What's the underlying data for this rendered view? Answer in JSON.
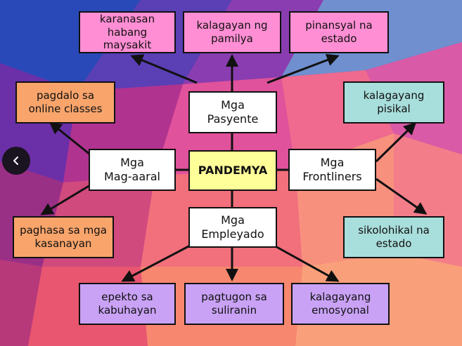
{
  "center": {
    "label": "PANDEMYA"
  },
  "groups": {
    "pasyente": "Mga\nPasyente",
    "mag_aaral": "Mga\nMag-aaral",
    "frontliners": "Mga\nFrontliners",
    "empleyado": "Mga\nEmpleyado"
  },
  "pasyente_items": [
    "karanasan\nhabang maysakit",
    "kalagayan ng\npamilya",
    "pinansyal na\nestado"
  ],
  "mag_aaral_items": [
    "pagdalo sa\nonline classes",
    "paghasa sa mga\nkasanayan"
  ],
  "frontliners_items": [
    "kalagayang\npisikal",
    "sikolohikal na\nestado"
  ],
  "empleyado_items": [
    "epekto sa\nkabuhayan",
    "pagtugon sa\nsuliranin",
    "kalagayang\nemosyonal"
  ],
  "navigation": {
    "prev_icon": "chevron-left-icon"
  },
  "colors": {
    "pasyente_boxes": "#ff8ed4",
    "mag_aaral_boxes": "#f8a46b",
    "frontliners_boxes": "#a8dedb",
    "empleyado_boxes": "#c9a2f5",
    "center_box": "#ffff99"
  }
}
